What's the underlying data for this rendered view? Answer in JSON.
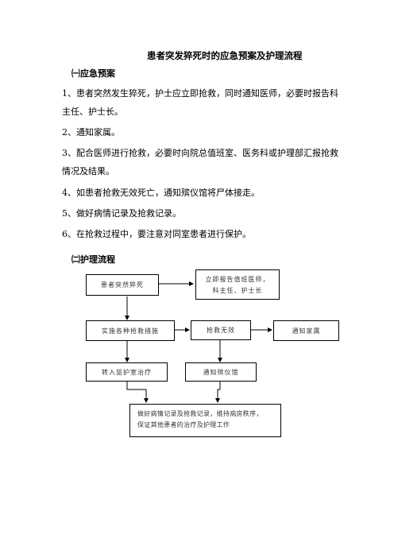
{
  "title": "患者突发猝死时的应急预案及护理流程",
  "section1": {
    "heading": "㈠应急预案"
  },
  "items": [
    "1、患者突然发生猝死，护士应立即抢救，同时通知医师，必要时报告科主任、护士长。",
    "2、通知家属。",
    "3、配合医师进行抢救，必要时向院总值班室、医务科或护理部汇报抢救情况及结果。",
    "4、如患者抢救无效死亡，通知殡仪馆将尸体接走。",
    "5、做好病情记录及抢救记录。",
    "6、在抢救过程中，要注意对同室患者进行保护。"
  ],
  "section2": {
    "heading": "㈡护理流程"
  },
  "flow": {
    "sudden_death": "患者突然猝死",
    "report_line1": "立即报告值班医师，",
    "report_line2": "科主任、护士长",
    "rescue_measures": "实施各种抢救措施",
    "rescue_failed": "抢救无效",
    "notify_family": "通知家属",
    "transfer_icu": "转入监护室治疗",
    "notify_funeral": "通知殡仪馆",
    "final_line1": "做好病情记录及抢救记录，维持病房秩序，",
    "final_line2": "保证其他患者的治疗及护理工作"
  }
}
